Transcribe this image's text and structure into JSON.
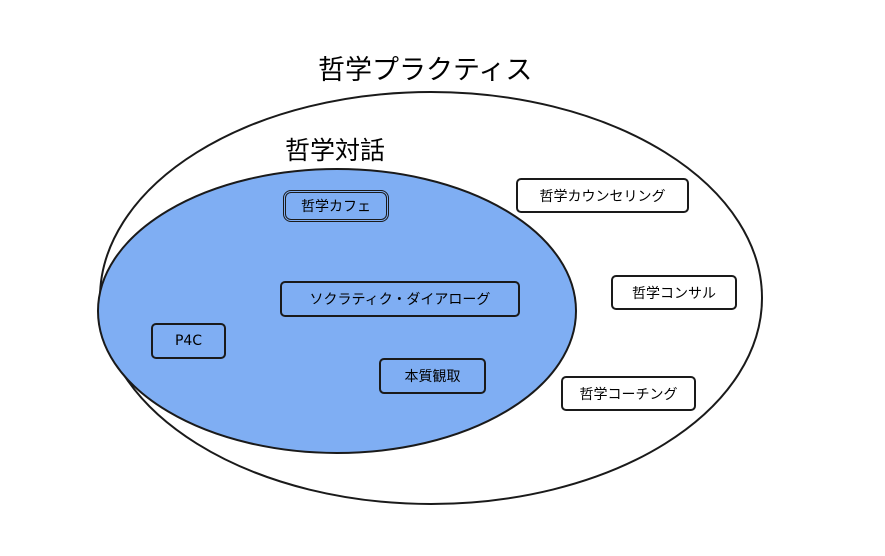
{
  "outer_label": "哲学プラクティス",
  "inner_label": "哲学対話",
  "inner_items": {
    "cafe": "哲学カフェ",
    "socratic": "ソクラティク・ダイアローグ",
    "p4c": "P4C",
    "honshitsu": "本質観取"
  },
  "outer_items": {
    "counseling": "哲学カウンセリング",
    "consult": "哲学コンサル",
    "coaching": "哲学コーチング"
  },
  "colors": {
    "inner_fill": "#7faef3",
    "stroke": "#1a1a1a",
    "background": "#ffffff"
  }
}
